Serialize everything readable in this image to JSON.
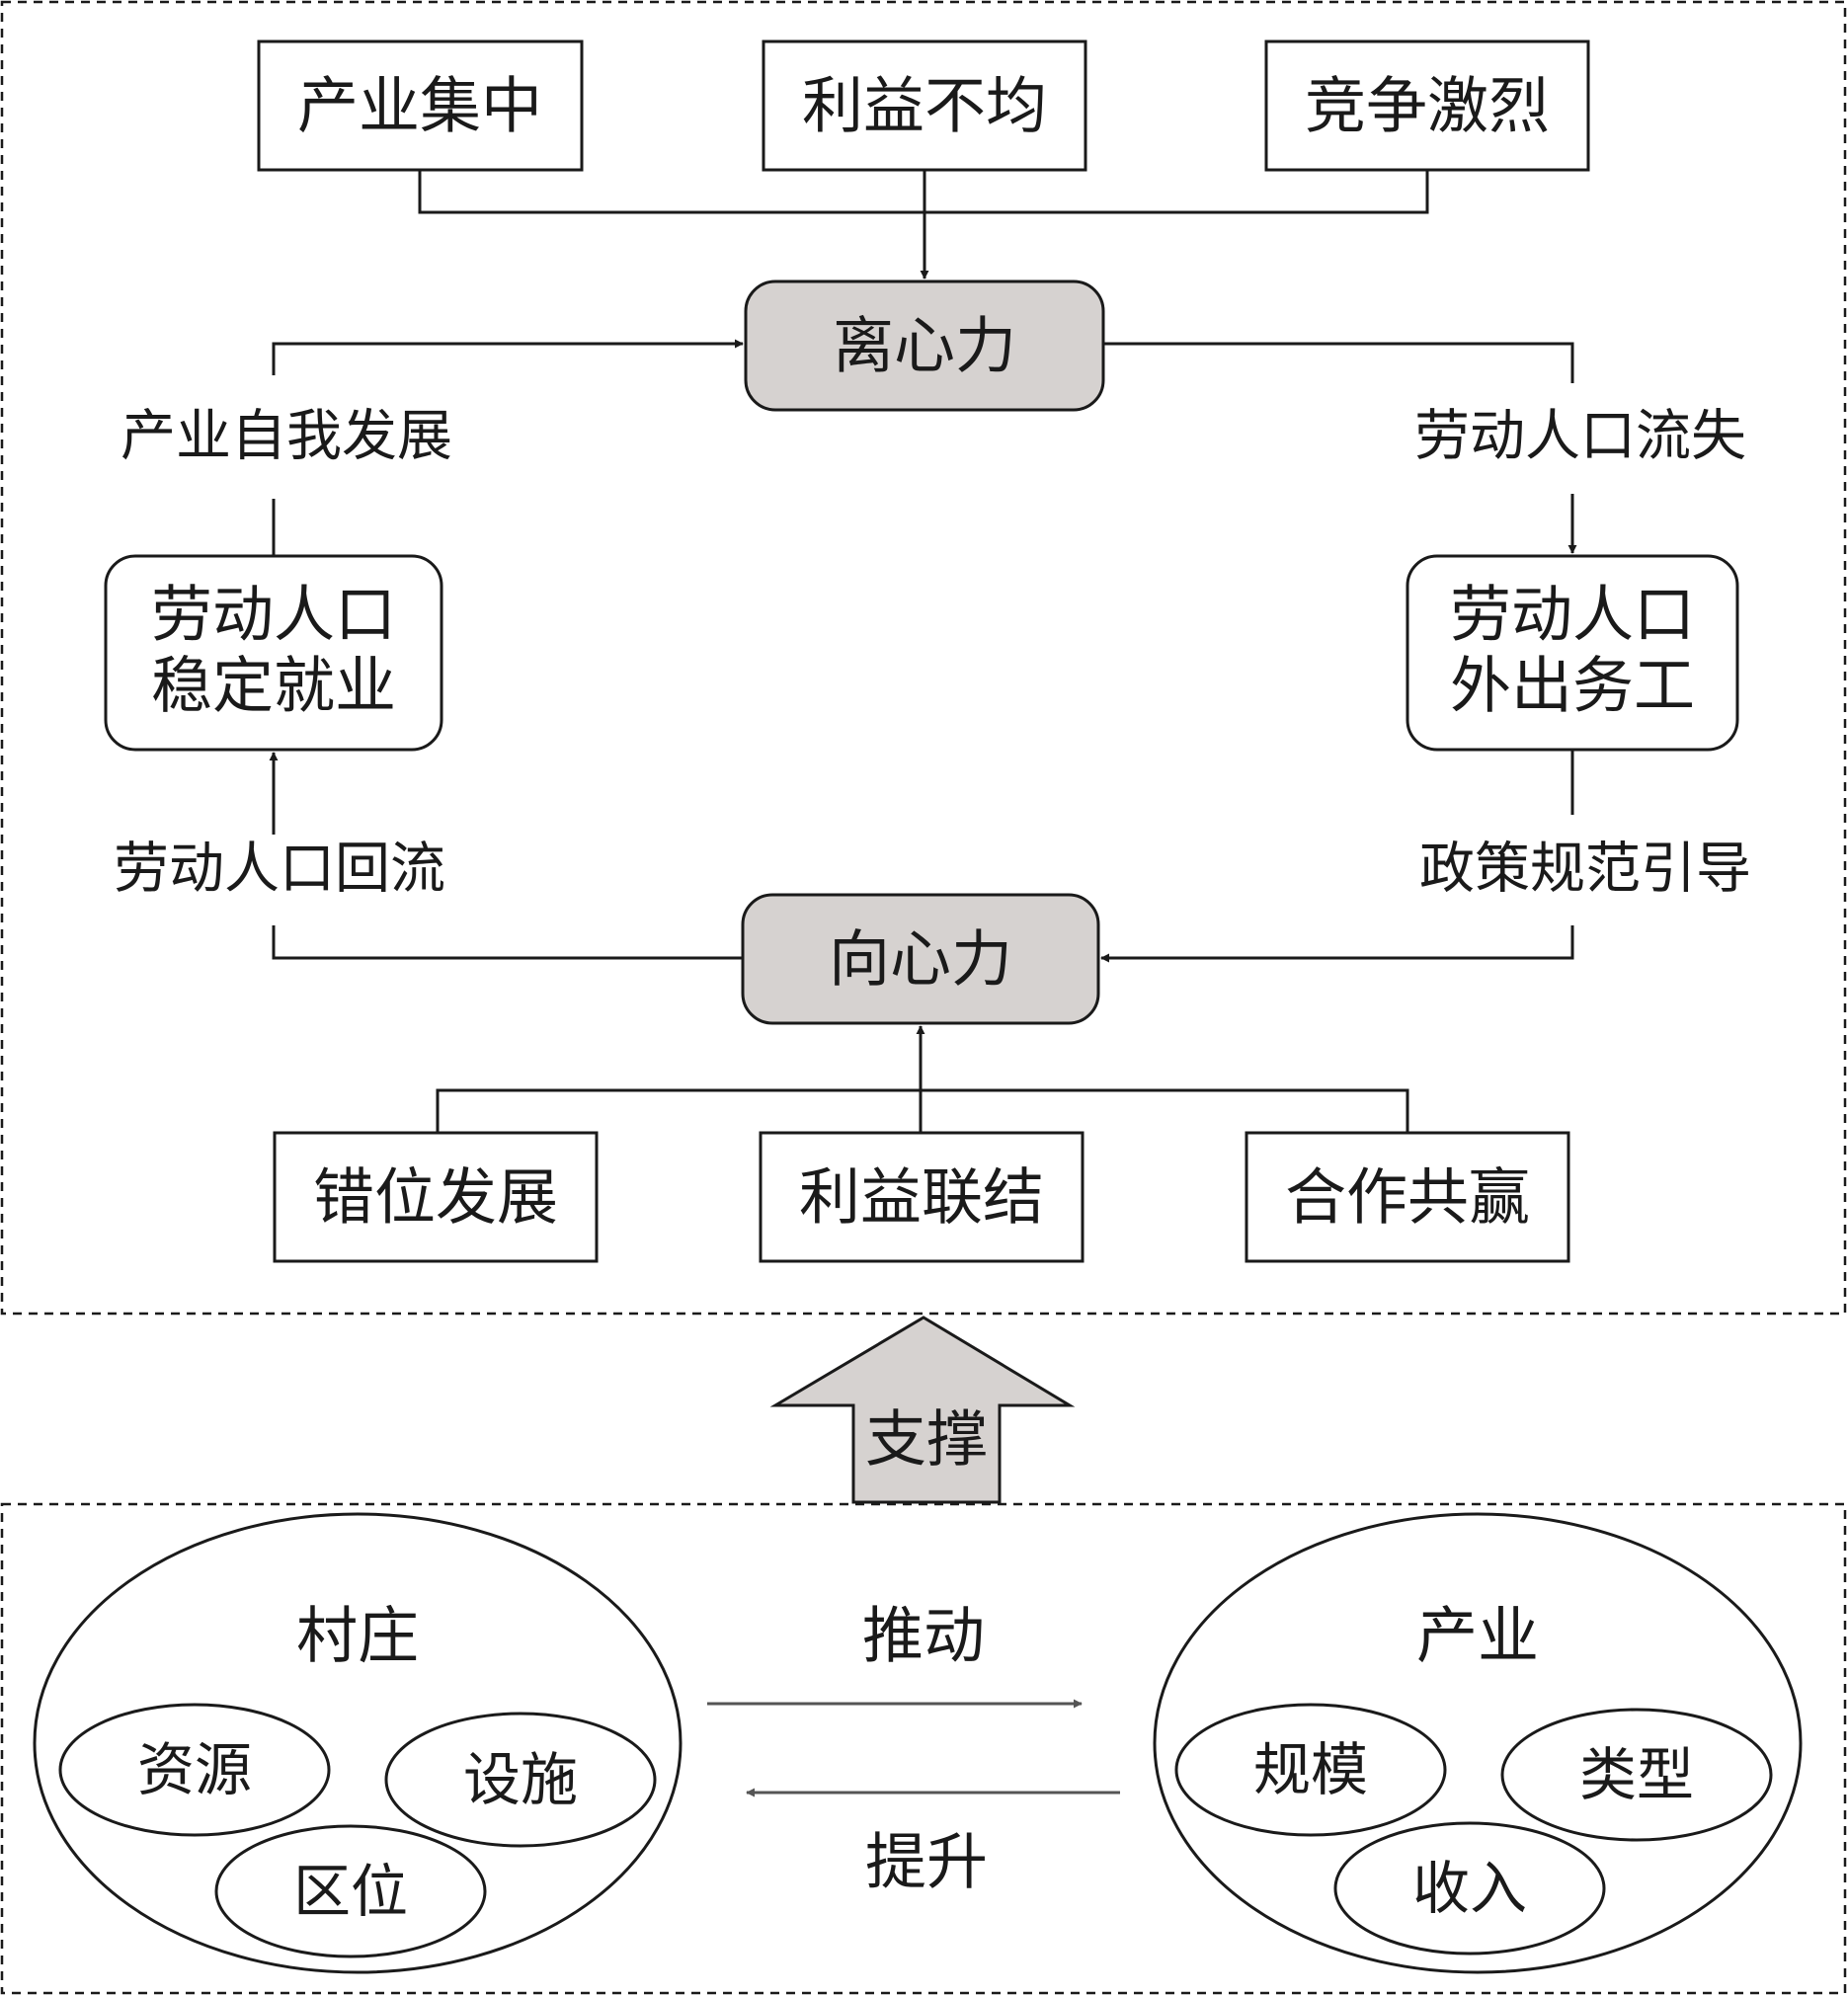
{
  "top_panel": {
    "top_factors": [
      "产业集中",
      "利益不均",
      "竞争激烈"
    ],
    "centrifugal": "离心力",
    "centripetal": "向心力",
    "bottom_factors": [
      "错位发展",
      "利益联结",
      "合作共赢"
    ],
    "left_upper_label": "产业自我发展",
    "left_box": {
      "line1": "劳动人口",
      "line2": "稳定就业"
    },
    "left_lower_label": "劳动人口回流",
    "right_upper_label": "劳动人口流失",
    "right_box": {
      "line1": "劳动人口",
      "line2": "外出务工"
    },
    "right_lower_label": "政策规范引导"
  },
  "support_arrow": {
    "label": "支撑"
  },
  "bottom_panel": {
    "village": {
      "title": "村庄",
      "items": [
        "资源",
        "设施",
        "区位"
      ]
    },
    "industry": {
      "title": "产业",
      "items": [
        "规模",
        "类型",
        "收入"
      ]
    },
    "push_label": "推动",
    "lift_label": "提升"
  },
  "colors": {
    "hub_fill": "#d6d2d0",
    "support_arrow_fill": "#d6d2d0",
    "stroke": "#1a1a1a",
    "grey_arrow": "#555555"
  }
}
